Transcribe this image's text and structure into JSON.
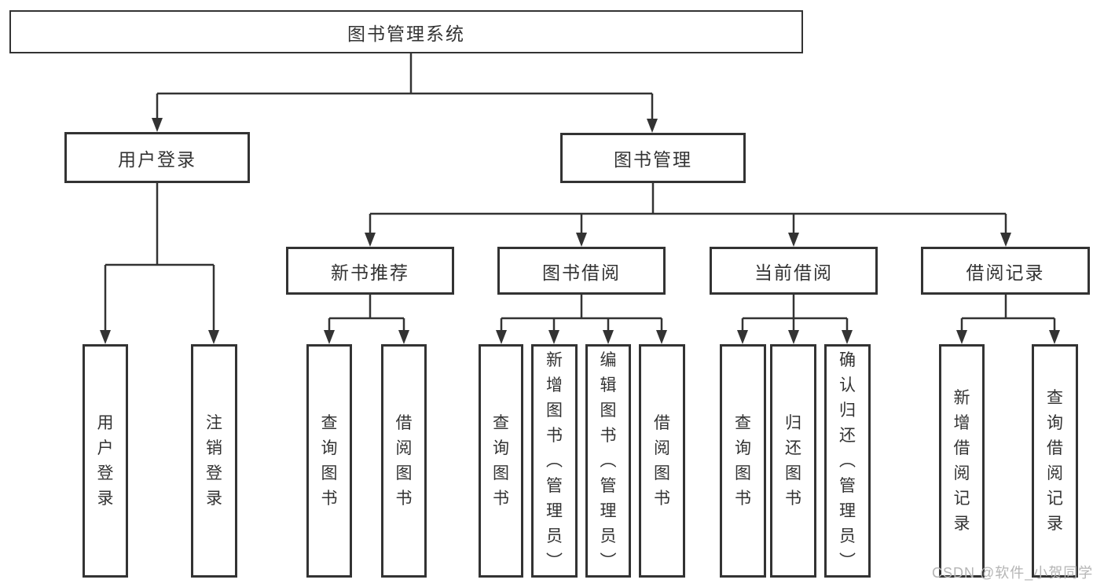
{
  "colors": {
    "line": "#333333",
    "text": "#333333",
    "background": "#ffffff",
    "watermark": "#b5b5b5"
  },
  "watermark": {
    "text": "CSDN @软件_小贺同学"
  },
  "tree": {
    "label": "图书管理系统",
    "children": [
      {
        "label": "用户登录",
        "children": [
          {
            "label": "用户登录"
          },
          {
            "label": "注销登录"
          }
        ]
      },
      {
        "label": "图书管理",
        "children": [
          {
            "label": "新书推荐",
            "children": [
              {
                "label": "查询图书"
              },
              {
                "label": "借阅图书"
              }
            ]
          },
          {
            "label": "图书借阅",
            "children": [
              {
                "label": "查询图书"
              },
              {
                "label": "新增图书（管理员）"
              },
              {
                "label": "编辑图书（管理员）"
              },
              {
                "label": "借阅图书"
              }
            ]
          },
          {
            "label": "当前借阅",
            "children": [
              {
                "label": "查询图书"
              },
              {
                "label": "归还图书"
              },
              {
                "label": "确认归还（管理员）"
              }
            ]
          },
          {
            "label": "借阅记录",
            "children": [
              {
                "label": "新增借阅记录"
              },
              {
                "label": "查询借阅记录"
              }
            ]
          }
        ]
      }
    ]
  }
}
